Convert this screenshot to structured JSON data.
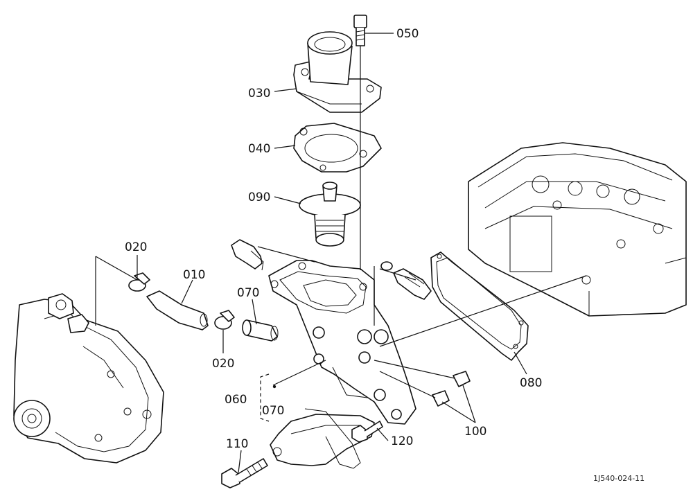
{
  "callouts": {
    "p050": "050",
    "p030": "030",
    "p040": "040",
    "p090": "090",
    "p020a": "020",
    "p010": "010",
    "p070a": "070",
    "p020b": "020",
    "p060": "060",
    "p070b": "070",
    "p080": "080",
    "p100": "100",
    "p110": "110",
    "p120": "120"
  },
  "drawing_code": "1J540-024-11"
}
